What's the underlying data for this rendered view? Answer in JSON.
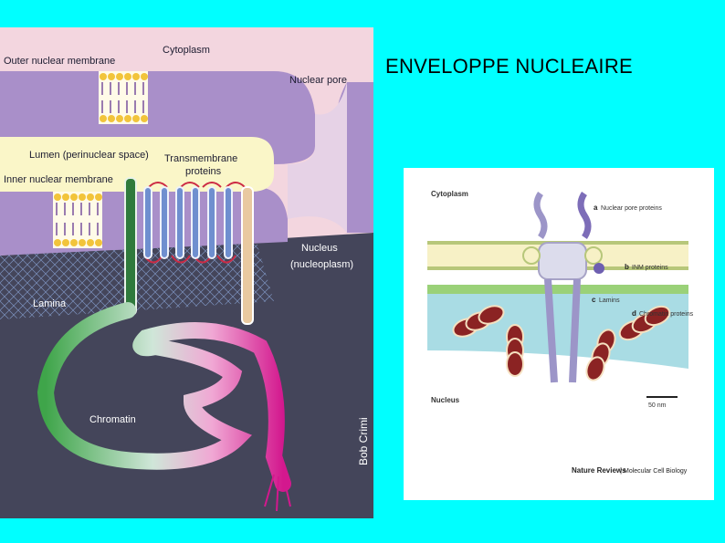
{
  "slide": {
    "title": "ENVELOPPE NUCLEAIRE"
  },
  "left_figure": {
    "labels": {
      "outer_membrane": "Outer nuclear membrane",
      "cytoplasm": "Cytoplasm",
      "nuclear_pore": "Nuclear pore",
      "lumen": "Lumen (perinuclear space)",
      "transmembrane": "Transmembrane",
      "transmembrane2": "proteins",
      "inner_membrane": "Inner nuclear membrane",
      "nucleus": "Nucleus",
      "nucleoplasm": "(nucleoplasm)",
      "lamina": "Lamina",
      "chromatin": "Chromatin",
      "credit": "Bob Crimi"
    },
    "colors": {
      "cytoplasm": "#f3d6df",
      "membrane": "#a98fc9",
      "lumen": "#faf6c8",
      "nucleus": "#44455a"
    }
  },
  "right_figure": {
    "labels": {
      "cytoplasm": "Cytoplasm",
      "a_letter": "a",
      "a_text": "Nuclear pore proteins",
      "b_letter": "b",
      "b_text": "INM proteins",
      "c_letter": "c",
      "c_text": "Lamins",
      "d_letter": "d",
      "d_text": "Chromatin proteins",
      "nucleus": "Nucleus",
      "scale": "50 nm",
      "journal": "Nature Reviews",
      "journal_sep": "|",
      "journal_sub": "Molecular Cell Biology"
    }
  }
}
